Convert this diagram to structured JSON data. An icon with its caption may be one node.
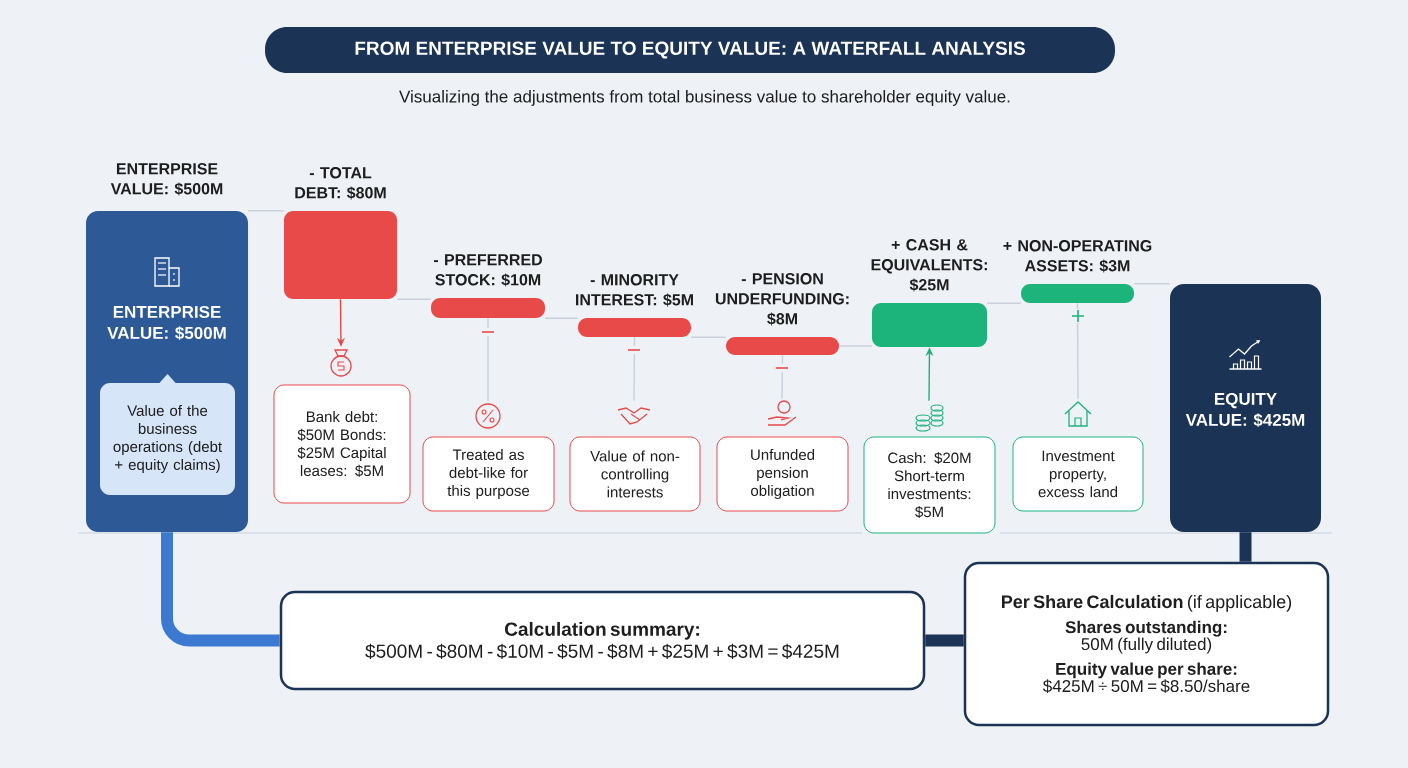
{
  "diagram": {
    "title": "FROM ENTERPRISE VALUE TO EQUITY VALUE: A WATERFALL ANALYSIS",
    "nodes": [
      {
        "text": [
          "ENTERPRISE VALUE: $500M",
          "ENTERPRISE VALUE: $500M"
        ]
      },
      {
        "text": [
          "Value of the business operations (debt + equity claims)"
        ],
        "in": 0
      },
      {
        "text": [
          "- TOTAL DEBT: $80M"
        ]
      },
      {
        "text": [],
        "shape": "picture"
      },
      {
        "text": [
          "Bank debt: $50M Bonds: $25M Capital leases: $5M"
        ]
      },
      {
        "text": [
          "- PREFERRED STOCK: $10M"
        ]
      },
      {
        "text": [],
        "shape": "picture"
      },
      {
        "text": [
          "Treated as debt-like for this purpose"
        ]
      },
      {
        "text": [
          "- MINORITY INTEREST: $5M"
        ]
      },
      {
        "text": [],
        "shape": "picture"
      },
      {
        "text": [
          "Value of non-controlling interests"
        ]
      },
      {
        "text": [
          "- PENSION UNDERFUNDING: $8M"
        ]
      },
      {
        "text": [],
        "shape": "picture"
      },
      {
        "text": [
          "Unfunded pension obligation"
        ]
      },
      {
        "text": [
          "+ CASH & EQUIVALENTS: $25M"
        ]
      },
      {
        "text": [],
        "shape": "picture"
      },
      {
        "text": [
          "Cash: $20M Short-term investments: $5M"
        ]
      },
      {
        "text": [
          "+ NON-OPERATING ASSETS: $3M"
        ]
      },
      {
        "text": [],
        "shape": "picture"
      },
      {
        "text": [
          "Investment property, excess land"
        ]
      },
      {
        "text": [
          "EQUITY VALUE: $425M"
        ]
      },
      {
        "text": [
          "Calculation summary:",
          "$500M - $80M - $10M - $5M - $8M + $25M + $3M = $425M"
        ]
      },
      {
        "text": [
          "**Per Share Calculation** (if applicable)",
          "Shares outstanding:",
          "50M (fully diluted)",
          "Equity value per share:",
          "$425M ÷ 50M = $8.50/share"
        ]
      }
    ],
    "edges": [
      {
        "from": 0,
        "to": 2,
        "arrow": "none"
      },
      {
        "from": 2,
        "to": 5,
        "arrow": "none"
      },
      {
        "from": 5,
        "to": 8,
        "arrow": "none"
      },
      {
        "from": 8,
        "to": 11,
        "arrow": "none"
      },
      {
        "from": 11,
        "to": 14,
        "arrow": "none"
      },
      {
        "from": 14,
        "to": 17,
        "arrow": "none"
      },
      {
        "from": 17,
        "to": 20,
        "arrow": "none"
      },
      {
        "from": 2,
        "to": 3,
        "arrow": "to",
        "color": "#e04848"
      },
      {
        "from": 5,
        "to": 6,
        "arrow": "none"
      },
      {
        "from": 8,
        "to": 9,
        "arrow": "none"
      },
      {
        "from": 11,
        "to": 12,
        "arrow": "none"
      },
      {
        "from": 15,
        "to": 14,
        "arrow": "to",
        "color": "#22b07a"
      },
      {
        "from": 17,
        "to": 18,
        "arrow": "none"
      },
      {
        "from": 0,
        "to": 21,
        "arrow": "none",
        "style": "thick",
        "color": "#3b7ad0"
      },
      {
        "from": 21,
        "to": 22,
        "arrow": "none",
        "style": "thick",
        "color": "#1b3354"
      },
      {
        "from": 20,
        "to": 22,
        "arrow": "none",
        "style": "thick",
        "color": "#1b3354"
      }
    ],
    "labels": [
      "Visualizing the adjustments from total business value to shareholder equity value."
    ]
  }
}
